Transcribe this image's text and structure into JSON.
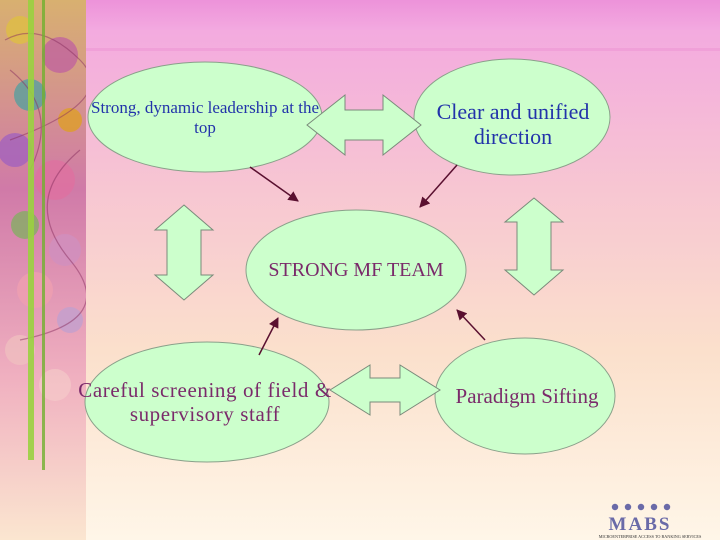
{
  "diagram": {
    "nodes": {
      "leadership": "Strong, dynamic leadership at the top",
      "direction": "Clear and unified direction",
      "team": "STRONG MF TEAM",
      "screening": "Careful screening of field & supervisory staff",
      "paradigm": "Paradigm Sifting"
    }
  },
  "logo": {
    "wordmark": "MABS",
    "tagline": "MICROENTERPRISE ACCESS TO BANKING SERVICES"
  },
  "colors": {
    "node_fill": "#ccffcc",
    "arrow_fill": "#ccffcc",
    "text_blue": "#2233aa",
    "text_purple": "#7a2a6a",
    "connector": "#6a1a3a"
  }
}
